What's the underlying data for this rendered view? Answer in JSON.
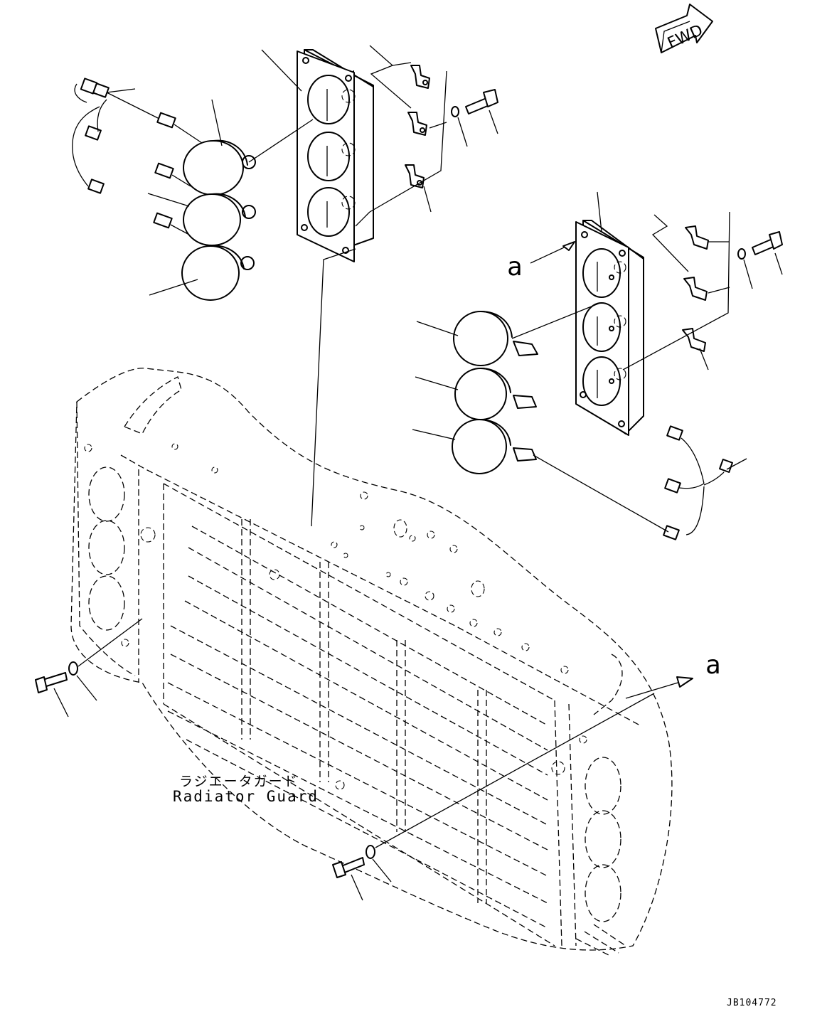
{
  "diagram": {
    "fwd_label": "FWD",
    "view_callout_top": "a",
    "view_callout_right": "a",
    "part_label_jp": "ラジエータガード",
    "part_label_en": "Radiator Guard",
    "drawing_code": "JB104772"
  }
}
